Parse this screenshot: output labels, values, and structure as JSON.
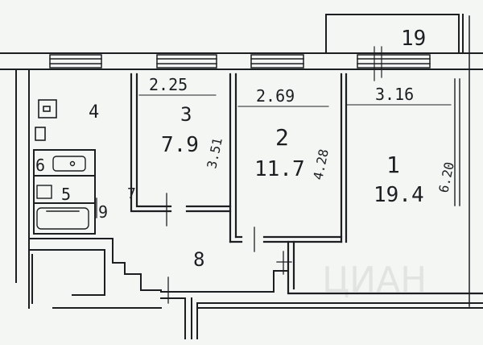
{
  "plan": {
    "rooms": [
      {
        "id": "1",
        "number": "1",
        "area": "19.4",
        "width": "3.16",
        "length": "6.20"
      },
      {
        "id": "2",
        "number": "2",
        "area": "11.7",
        "width": "2.69",
        "length": "4.28"
      },
      {
        "id": "3",
        "number": "3",
        "area": "7.9",
        "width": "2.25",
        "length": "3.51"
      },
      {
        "id": "4",
        "number": "4"
      },
      {
        "id": "5",
        "number": "5"
      },
      {
        "id": "6",
        "number": "6"
      },
      {
        "id": "7",
        "number": "7"
      },
      {
        "id": "8",
        "number": "8"
      },
      {
        "id": "9",
        "number": "9"
      },
      {
        "id": "19",
        "number": "19"
      }
    ],
    "watermark": "ЦИАН"
  },
  "colors": {
    "ink": "#1c1f22",
    "paper": "#f4f6f4"
  }
}
